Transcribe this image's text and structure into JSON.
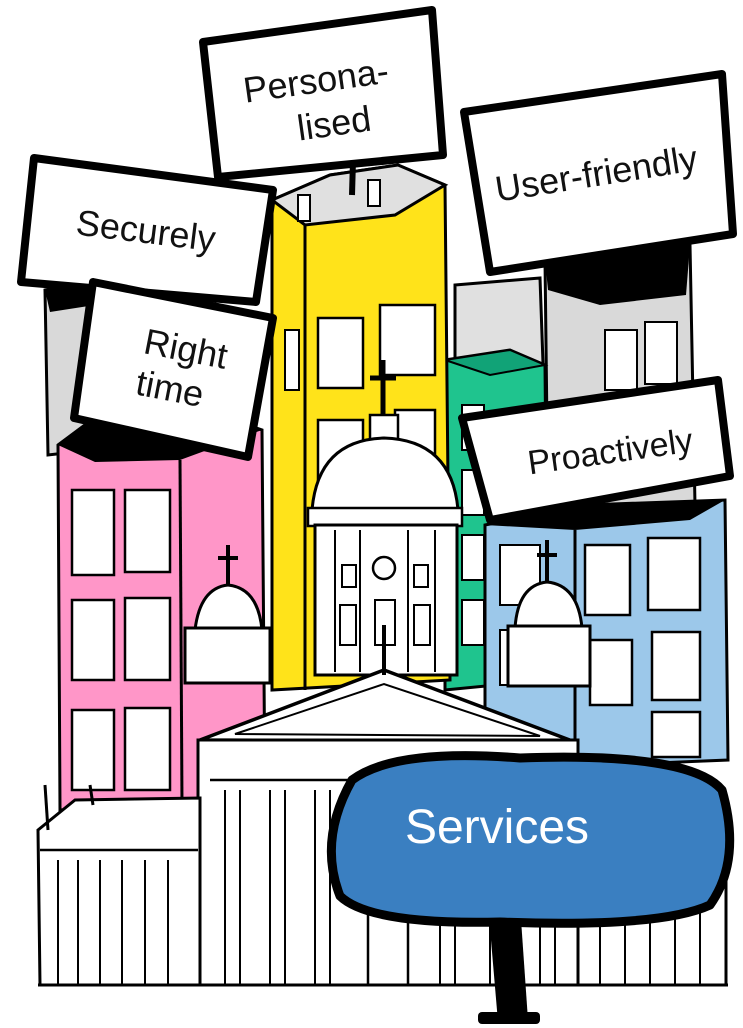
{
  "signs": {
    "personalised_line1": "Persona-",
    "personalised_line2": "lised",
    "user_friendly": "User-friendly",
    "securely": "Securely",
    "right_time_line1": "Right",
    "right_time_line2": "time",
    "proactively": "Proactively"
  },
  "services_label": "Services",
  "colors": {
    "pink_building": "#ff96c8",
    "yellow_building": "#ffe31a",
    "green_building": "#1fc48e",
    "blue_building": "#9cc8ea",
    "grey_building": "#d9d9d9",
    "services_sign": "#3a7fc1",
    "outline": "#000000"
  }
}
